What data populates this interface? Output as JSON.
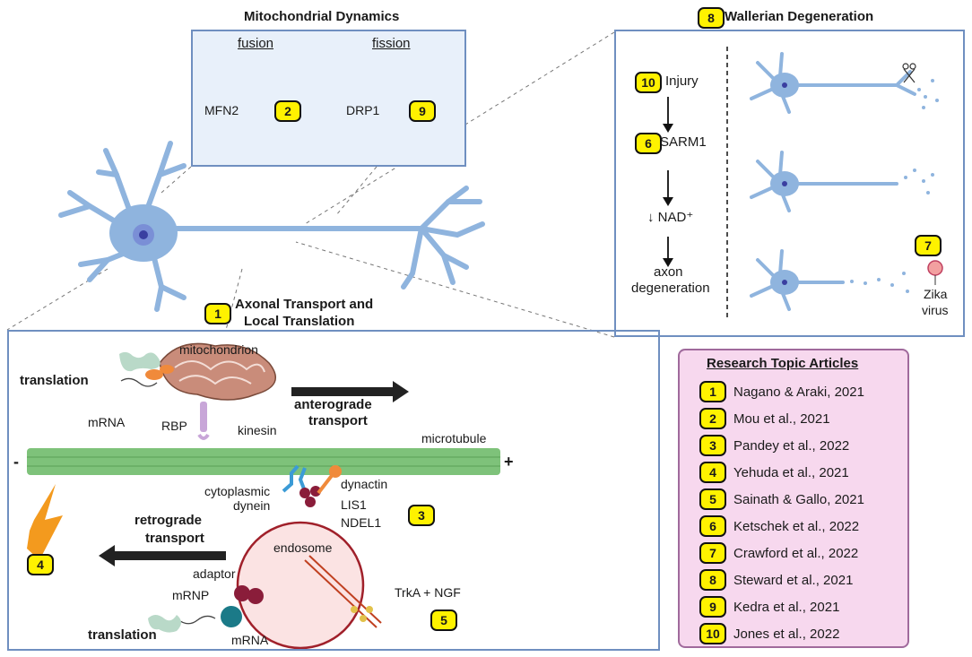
{
  "mito_dynamics": {
    "title": "Mitochondrial Dynamics",
    "fusion_label": "fusion",
    "fission_label": "fission",
    "mfn2_label": "MFN2",
    "drp1_label": "DRP1",
    "fusion_badge": "2",
    "fission_badge": "9"
  },
  "wallerian": {
    "title": "Wallerian Degeneration",
    "title_badge": "8",
    "steps": [
      {
        "badge": "10",
        "label": "Injury"
      },
      {
        "badge": "6",
        "label": "SARM1"
      },
      {
        "badge": "",
        "label": "↓ NAD⁺"
      },
      {
        "badge": "",
        "label": "axon degeneration"
      }
    ],
    "degeneration_line1": "axon",
    "degeneration_line2": "degeneration",
    "zika_badge": "7",
    "zika_line1": "Zika",
    "zika_line2": "virus"
  },
  "axonal": {
    "badge": "1",
    "title_line1": "Axonal Transport and",
    "title_line2": "Local Translation",
    "mitochondrion": "mitochondrion",
    "translation_top": "translation",
    "mrna_top": "mRNA",
    "rbp": "RBP",
    "kinesin": "kinesin",
    "anterograde_line1": "anterograde",
    "anterograde_line2": "transport",
    "microtubule": "microtubule",
    "minus_end": "-",
    "plus_end": "+",
    "cytoplasmic_line1": "cytoplasmic",
    "cytoplasmic_line2": "dynein",
    "dynactin": "dynactin",
    "lis1": "LIS1",
    "ndel1": "NDEL1",
    "dynein_badge": "3",
    "retrograde_line1": "retrograde",
    "retrograde_line2": "transport",
    "lightning_badge": "4",
    "endosome": "endosome",
    "adaptor": "adaptor",
    "mrnp": "mRNP",
    "mrna_bottom": "mRNA",
    "translation_bottom": "translation",
    "trka_ngf": "TrkA + NGF",
    "trka_badge": "5"
  },
  "articles": {
    "title": "Research Topic Articles",
    "items": [
      {
        "num": "1",
        "text": "Nagano & Araki, 2021"
      },
      {
        "num": "2",
        "text": "Mou et al., 2021"
      },
      {
        "num": "3",
        "text": "Pandey et al., 2022"
      },
      {
        "num": "4",
        "text": "Yehuda et al., 2021"
      },
      {
        "num": "5",
        "text": "Sainath & Gallo, 2021"
      },
      {
        "num": "6",
        "text": "Ketschek et al., 2022"
      },
      {
        "num": "7",
        "text": "Crawford et al., 2022"
      },
      {
        "num": "8",
        "text": "Steward et al., 2021"
      },
      {
        "num": "9",
        "text": "Kedra et al., 2021"
      },
      {
        "num": "10",
        "text": "Jones et al., 2022"
      }
    ]
  },
  "colors": {
    "panel_fill": "#e8f0fa",
    "panel_border": "#6f8fc0",
    "neuron": "#8fb4de",
    "mito": "#c98c7a",
    "badge": "#fff200",
    "articles_fill": "#f7d8ee",
    "articles_border": "#a06a9c",
    "microtubule": "#7ec27a",
    "endosome": "#fbe3e3",
    "lightning": "#f39a1e"
  }
}
